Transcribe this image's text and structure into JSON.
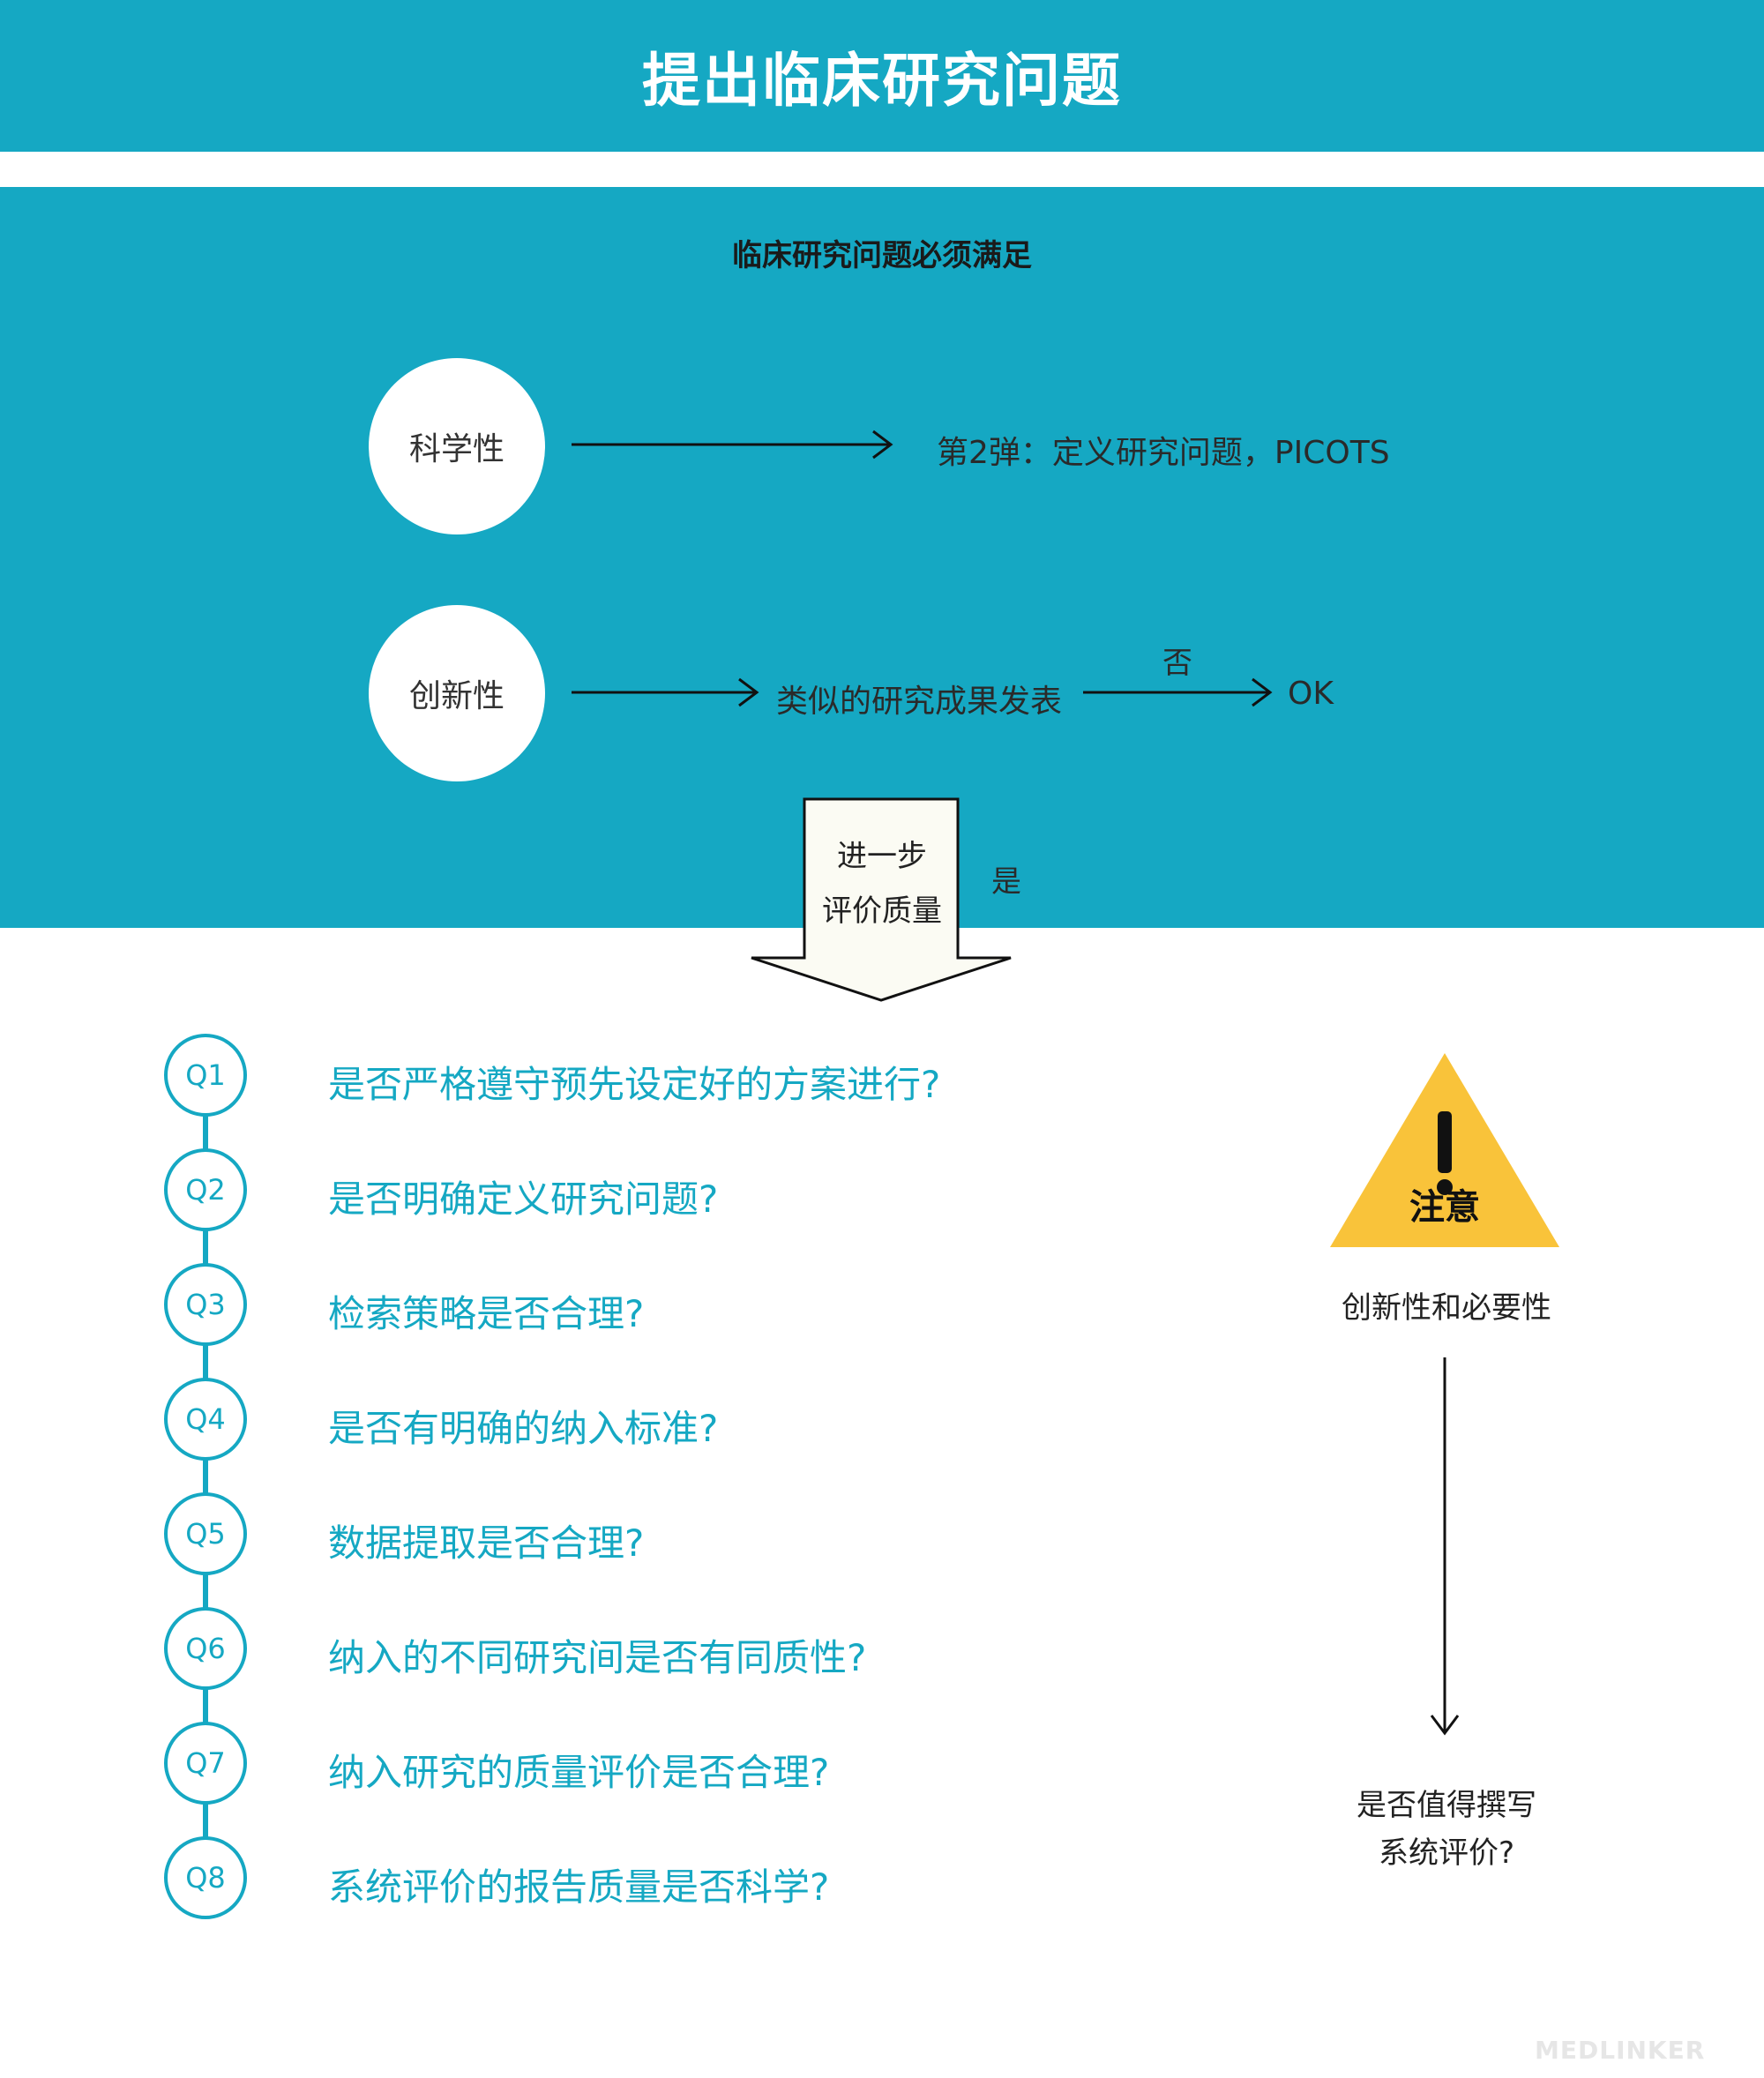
{
  "header": {
    "title": "提出临床研究问题"
  },
  "panel": {
    "title": "临床研究问题必须满足",
    "science": {
      "circle_label": "科学性",
      "target": "第2弹：定义研究问题，PICOTS"
    },
    "novelty": {
      "circle_label": "创新性",
      "mid": "类似的研究成果发表",
      "no_label": "否",
      "result": "OK"
    },
    "big_arrow": {
      "line1": "进一步",
      "line2": "评价质量"
    },
    "yes_label": "是"
  },
  "questions": [
    {
      "id": "Q1",
      "text": "是否严格遵守预先设定好的方案进行?"
    },
    {
      "id": "Q2",
      "text": "是否明确定义研究问题?"
    },
    {
      "id": "Q3",
      "text": "检索策略是否合理?"
    },
    {
      "id": "Q4",
      "text": "是否有明确的纳入标准?"
    },
    {
      "id": "Q5",
      "text": "数据提取是否合理?"
    },
    {
      "id": "Q6",
      "text": "纳入的不同研究间是否有同质性?"
    },
    {
      "id": "Q7",
      "text": "纳入研究的质量评价是否合理?"
    },
    {
      "id": "Q8",
      "text": "系统评价的报告质量是否科学?"
    }
  ],
  "warning": {
    "sign_text": "注意",
    "icon": "warning-triangle-icon",
    "caption": "创新性和必要性",
    "question_line1": "是否值得撰写",
    "question_line2": "系统评价?"
  },
  "watermark": "MEDLINKER",
  "colors": {
    "teal": "#15a8c3",
    "warning_yellow": "#f9c33a",
    "arrow_fill": "#fbfbf3"
  }
}
